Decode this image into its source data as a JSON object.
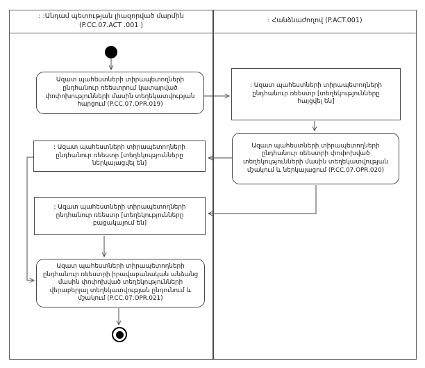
{
  "header": {
    "left_lane_line1": ": :Անդամ պետության լիազորված մարմին",
    "left_lane_line2": "(P.CC.07.ACT .001 )",
    "right_lane_title": ": Հանձնաժողով (P.ACT.001)"
  },
  "nodes": {
    "opr019": "Ազատ պահեստների տիրապետողների ընդհանուր ռեեստրում կատարված փոփոխությունների մասին տեղեկատվության հարցում (P.CC.07.OPR.019)",
    "registry_requested": ": Ազատ պահեստների տիրապետողների ընդհանուր ռեեստր [տեղեկությունները հայցվել են]",
    "opr020": "Ազատ պահեստների տիրապետողների ընդհանուր ռեեստրի փոփոխված տեղեկությունների մասին տեղեկատվության մշակում և ներկայացում (P.CC.07.OPR.020)",
    "registry_presented": ": Ազատ պահեստների տիրապետողների ընդհանուր ռեեստր [տեղեկությունները ներկայացվել են]",
    "registry_absent": ": Ազատ պահեստների տիրապետողների ընդհանուր ռեեստր [տեղեկությունները բացակայում են]",
    "opr021": "Ազատ պահեստների տիրապետողների ընդհանուր ռեեստրի իրավաբանական անձանց մասին փոփոխված տեղեկությունների վերաբերյալ տեղեկատվության ընդունում և մշակում (P.CC.07.OPR.021)"
  },
  "colors": {
    "line": "#4a4a4a",
    "border": "#4a4a4a"
  }
}
